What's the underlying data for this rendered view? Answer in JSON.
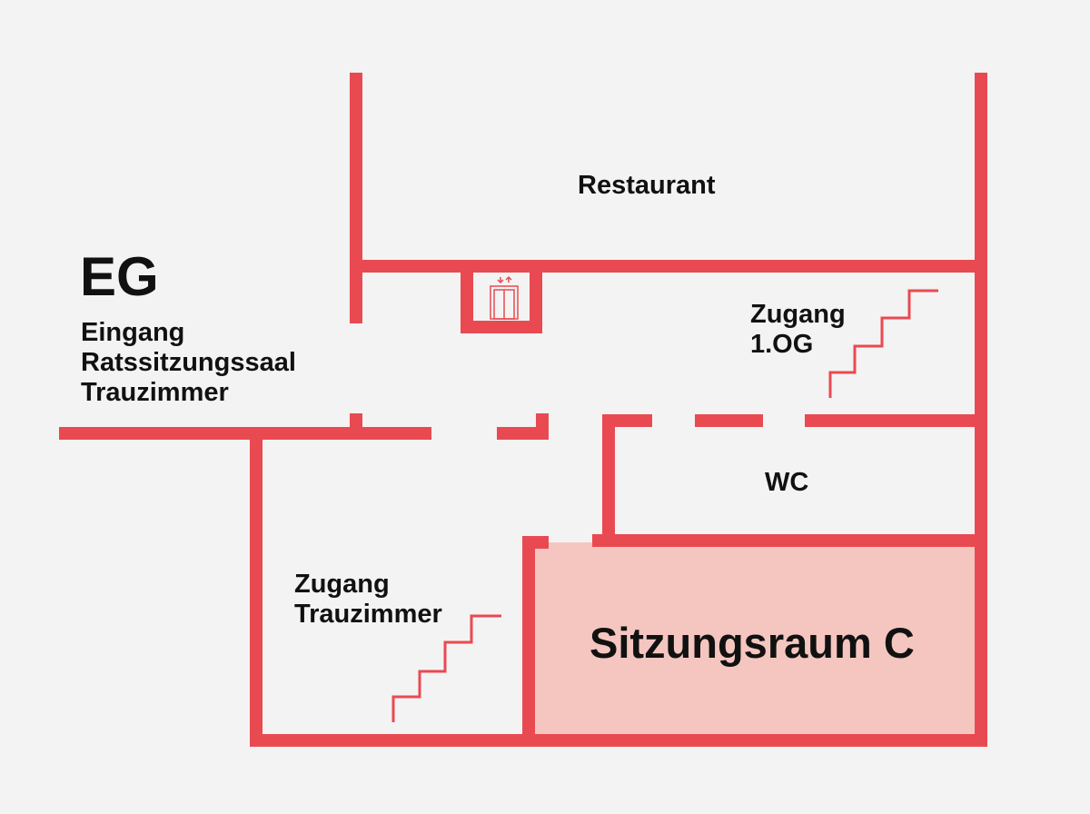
{
  "floor": "EG",
  "entrance": [
    "Eingang",
    "Ratssitzungssaal",
    "Trauzimmer"
  ],
  "rooms": {
    "restaurant": "Restaurant",
    "stairs_upper": [
      "Zugang",
      "1.OG"
    ],
    "wc": "WC",
    "stairs_lower": [
      "Zugang",
      "Trauzimmer"
    ],
    "highlight": "Sitzungsraum C"
  },
  "icons": {
    "elevator": "elevator-icon",
    "stairs": "stairs-icon"
  },
  "colors": {
    "wall": "#e94a52",
    "background": "#f3f3f3",
    "highlight_fill": "#f4c6bf"
  }
}
